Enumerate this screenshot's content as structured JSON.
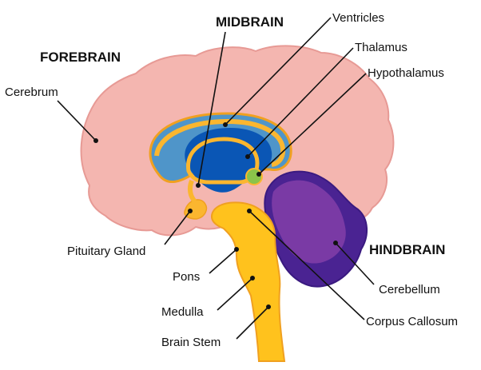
{
  "regions": {
    "forebrain": "FOREBRAIN",
    "midbrain": "MIDBRAIN",
    "hindbrain": "HINDBRAIN"
  },
  "labels": {
    "cerebrum": "Cerebrum",
    "ventricles": "Ventricles",
    "thalamus": "Thalamus",
    "hypothalamus": "Hypothalamus",
    "pituitary_gland": "Pituitary Gland",
    "pons": "Pons",
    "medulla": "Medulla",
    "brain_stem": "Brain Stem",
    "cerebellum": "Cerebellum",
    "corpus_callosum": "Corpus Callosum"
  },
  "colors": {
    "cerebrum": "#f4b6b0",
    "cerebrum_outline": "#e79a95",
    "ventricles_outer": "#4f95c9",
    "ventricles_inner": "#0a56b5",
    "corpus_callosum": "#fbb62f",
    "brain_stem": "#ffc21d",
    "hypothalamus": "#8bc34a",
    "cerebellum": "#6a2d96",
    "cerebellum_dark": "#4a2392"
  }
}
